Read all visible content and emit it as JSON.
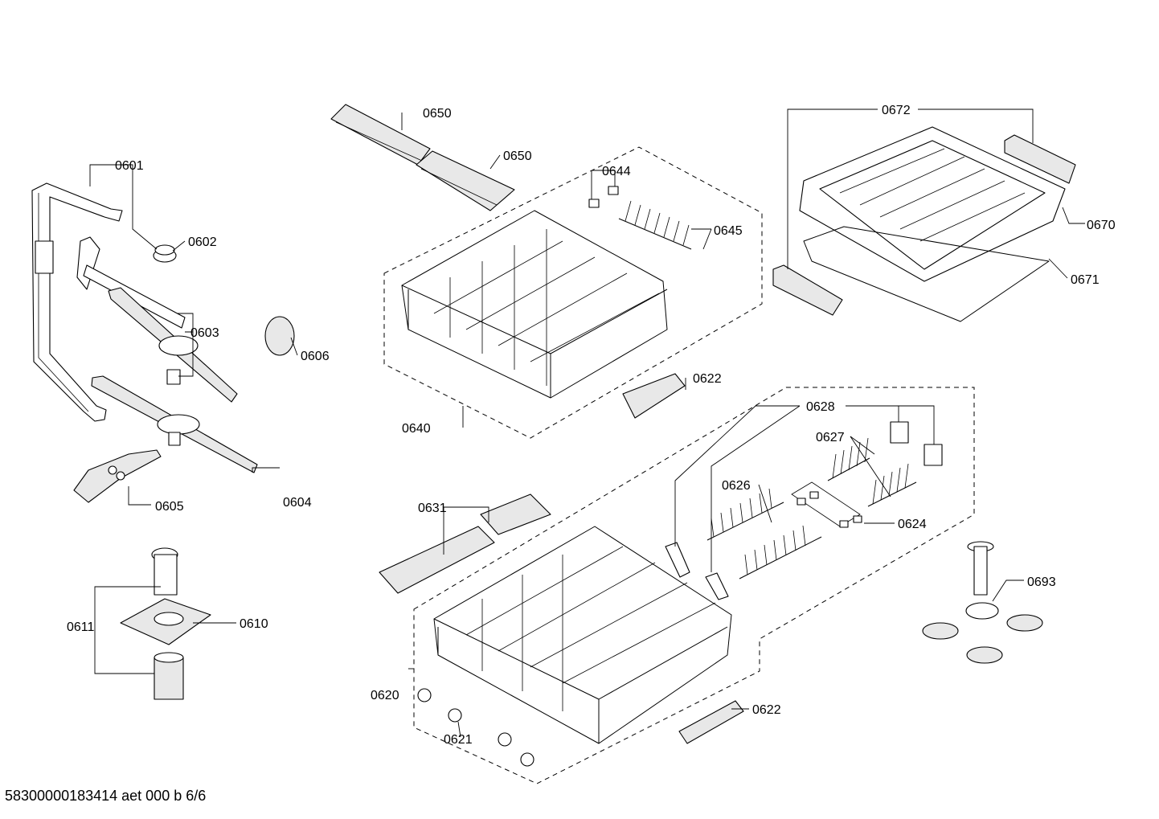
{
  "labels": {
    "p0601": "0601",
    "p0602": "0602",
    "p0603": "0603",
    "p0604": "0604",
    "p0605": "0605",
    "p0606": "0606",
    "p0610": "0610",
    "p0611": "0611",
    "p0620": "0620",
    "p0621": "0621",
    "p0622a": "0622",
    "p0622b": "0622",
    "p0624": "0624",
    "p0626": "0626",
    "p0627": "0627",
    "p0628": "0628",
    "p0631": "0631",
    "p0640": "0640",
    "p0644": "0644",
    "p0645": "0645",
    "p0650a": "0650",
    "p0650b": "0650",
    "p0670": "0670",
    "p0671": "0671",
    "p0672": "0672",
    "p0693": "0693"
  },
  "footer": {
    "document_id": "58300000183414 aet 000 b 6/6"
  }
}
